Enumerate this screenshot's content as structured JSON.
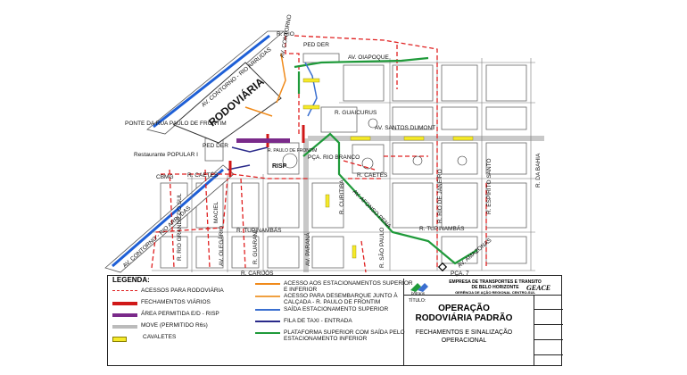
{
  "title": {
    "label": "TÍTULO:",
    "main": "OPERAÇÃO RODOVIÁRIA PADRÃO",
    "sub": "FECHAMENTOS E SINALIZAÇÃO OPERACIONAL",
    "org_line1": "EMPRESA DE TRANSPORTES E TRANSITO",
    "org_line2": "DE BELO HORIZONTE",
    "org_line3": "GERÊNCIA DE AÇÃO REGIONAL CENTRO-SUL",
    "logo": "bhtrans",
    "geace": "GEACE"
  },
  "legend": {
    "heading": "LEGENDA:",
    "items": [
      {
        "symbol": "red-dashed-arrow",
        "color": "#e02020",
        "text": "ACESSOS PARA RODOVIÁRIA"
      },
      {
        "symbol": "red-bar",
        "color": "#d01818",
        "text": "FECHAMENTOS VIÁRIOS"
      },
      {
        "symbol": "purple-bar",
        "color": "#7a2a8a",
        "text": "ÁREA PERMITIDA E/D - RISP"
      },
      {
        "symbol": "gray-bar",
        "color": "#bbbbbb",
        "text": "MOVE (PERMITIDO R6s)"
      },
      {
        "symbol": "yellow-box",
        "color": "#f5ea2a",
        "text": "CAVALETES"
      },
      {
        "symbol": "orange-arrow",
        "color": "#f08a1a",
        "text": "ACESSO AOS ESTACIONAMENTOS SUPERIOR E INFERIOR"
      },
      {
        "symbol": "orange-arrow",
        "color": "#f0a040",
        "text": "ACESSO PARA DESEMBARQUE JUNTO À CALÇADA - R. PAULO DE FRONTIM"
      },
      {
        "symbol": "blue-arrow",
        "color": "#3a6fd0",
        "text": "SAÍDA ESTACIONAMENTO SUPERIOR"
      },
      {
        "symbol": "navy-arrow",
        "color": "#2a2a8a",
        "text": "FILA DE TAXI - ENTRADA"
      },
      {
        "symbol": "green-arrow",
        "color": "#1f9a3a",
        "text": "PLATAFORMA SUPERIOR COM SAÍDA PELO ESTACIONAMENTO INFERIOR"
      }
    ]
  },
  "map_labels": {
    "rodoviaria": "RODOVIÁRIA",
    "ped_der_top": "PED DER",
    "ped_der_left": "PED DER",
    "risp": "RISP",
    "paulo_frontim_box": "R. PAULO DE FRONTIM",
    "ponte": "PONTE DA RUA PAULO DE FRONTIM",
    "restaurante": "Restaurante POPULAR I",
    "cbmg": "CBMG",
    "av_contorno_top": "AV. CONTORNO - RIO ARRUDAS",
    "av_contorno_left": "AV. CONTORNO - RIO ARRUDAS",
    "av_contorno_mid": "AV. CONTORNO",
    "av_oiapoque": "AV. OIAPOQUE",
    "r_guaicurus": "R. GUAICURUS",
    "av_santos_dumont": "AV. SANTOS DUMONT",
    "r_caetes_left": "R. CAETÉS",
    "r_caetes_right": "R. CAETÉS",
    "r_tupinambas_left": "R. TUPINAMBÁS",
    "r_tupinambas_right": "R. TUPINAMBÁS",
    "r_carijos": "R. CARIJÓS",
    "r_rio_grande_do_sul": "R. RIO GRANDE DO SUL",
    "r_maciel": "MACIEL",
    "av_olegario": "AV. OLEGÁRIO",
    "r_guarani": "R. GUARANI",
    "av_parana": "AV. PARANÁ",
    "r_curitiba": "R. CURITIBA",
    "av_afonso_pena": "AV. AFONSO PENA",
    "r_sao_paulo": "R. SÃO PAULO",
    "r_rio_de_janeiro": "R. RIO DE JANEIRO",
    "r_espirito_santo": "R. ESPÍRITO SANTO",
    "r_da_bahia": "R. DA BAHIA",
    "av_amazonas": "AV. AMAZONAS",
    "pca_rio_branco": "PÇA. RIO BRANCO",
    "pca_7": "PÇA. 7",
    "r_rio_box": "R. RIO"
  }
}
